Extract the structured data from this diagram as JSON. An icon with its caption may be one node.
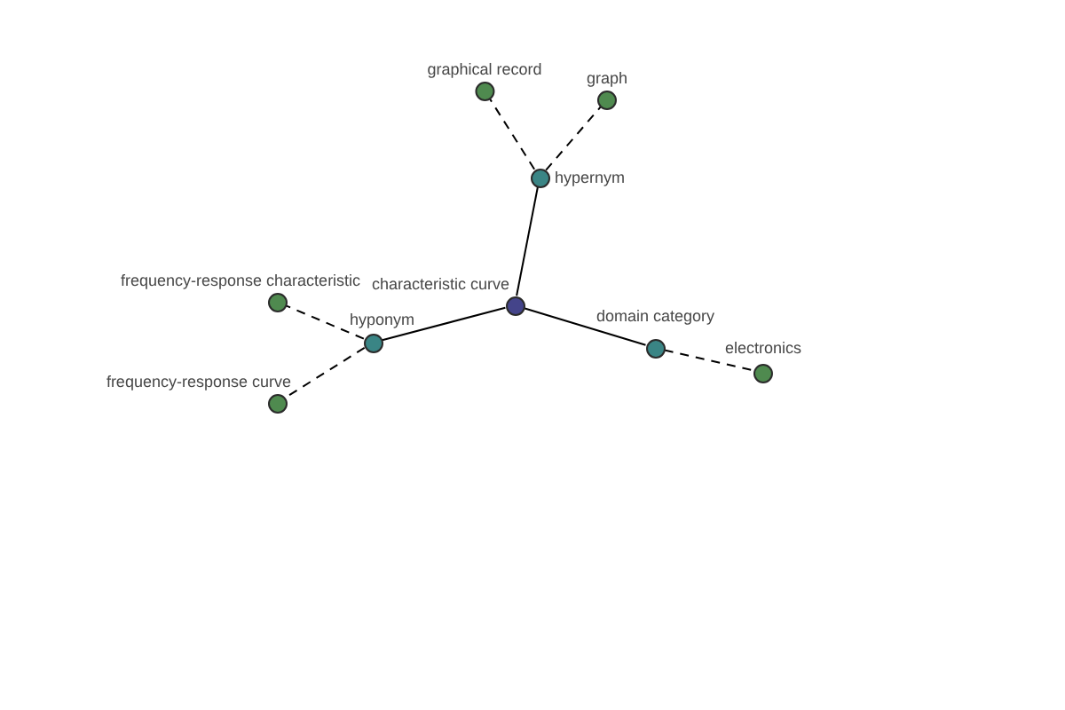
{
  "diagram": {
    "nodes": [
      {
        "text": [
          "graphical record"
        ]
      },
      {
        "text": [
          "graph"
        ]
      },
      {
        "text": [
          "hypernym"
        ]
      },
      {
        "text": [
          "frequency-response characteristic"
        ]
      },
      {
        "text": [
          "characteristic curve"
        ]
      },
      {
        "text": [
          "hyponym"
        ]
      },
      {
        "text": [
          "domain category"
        ]
      },
      {
        "text": [
          "electronics"
        ]
      },
      {
        "text": [
          "frequency-response curve"
        ]
      }
    ],
    "edges": [
      {
        "from": 4,
        "to": 2,
        "arrow": "none"
      },
      {
        "from": 2,
        "to": 0,
        "arrow": "none",
        "style": "dashed"
      },
      {
        "from": 2,
        "to": 1,
        "arrow": "none",
        "style": "dashed"
      },
      {
        "from": 4,
        "to": 5,
        "arrow": "none"
      },
      {
        "from": 5,
        "to": 3,
        "arrow": "none",
        "style": "dashed"
      },
      {
        "from": 5,
        "to": 8,
        "arrow": "none",
        "style": "dashed"
      },
      {
        "from": 4,
        "to": 6,
        "arrow": "none"
      },
      {
        "from": 6,
        "to": 7,
        "arrow": "none",
        "style": "dashed"
      }
    ]
  }
}
